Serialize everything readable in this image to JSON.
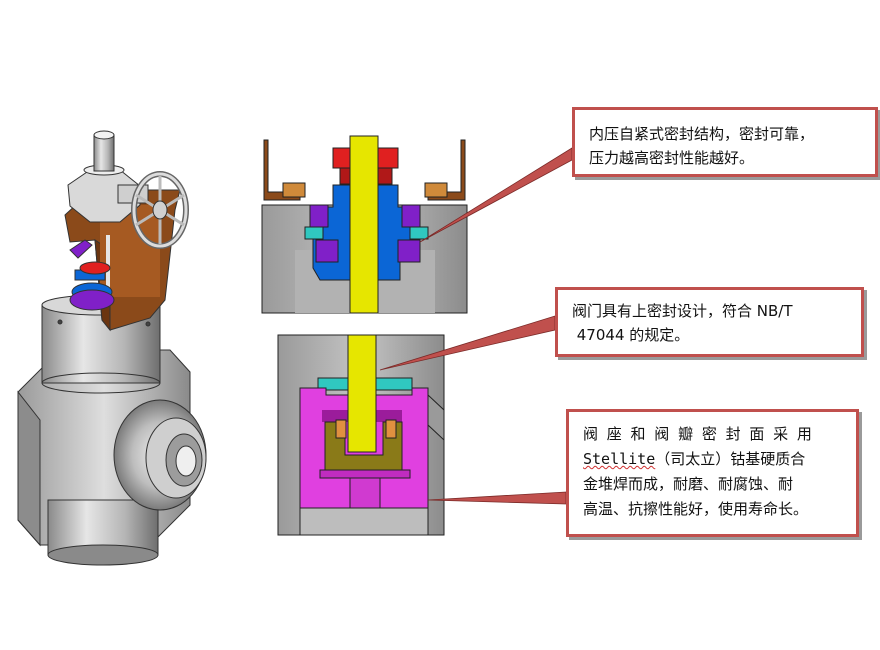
{
  "callouts": {
    "top": {
      "line1": "内压自紧式密封结构，密封可靠，",
      "line2": "压力越高密封性能越好。"
    },
    "middle": {
      "line1": "阀门具有上密封设计，符合 NB/T",
      "line2": " 47044 的规定。"
    },
    "bottom": {
      "line1": "阀 座 和 阀 瓣 密 封 面 采 用",
      "line2_word": "Stellite",
      "line2_rest": "（司太立）钴基硬质合",
      "line3": "金堆焊而成，耐磨、耐腐蚀、耐",
      "line4": "高温、抗擦性能好，使用寿命长。"
    }
  },
  "colors": {
    "callout_border": "#c0504d",
    "leader_fill": "#c0504d",
    "stem_yellow": "#e6e600",
    "bonnet_blue": "#0b66d6",
    "disc_magenta": "#e040e0",
    "seal_purple": "#8020c8",
    "nut_red": "#e02020",
    "yoke_brown": "#8b4a1a",
    "ring_teal": "#30c8c0"
  },
  "icons": [
    "handwheel-icon"
  ]
}
